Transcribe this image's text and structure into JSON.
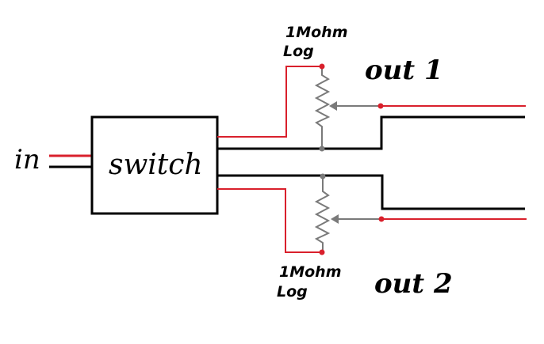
{
  "diagram": {
    "type": "schematic",
    "colors": {
      "signal": "#d9202c",
      "ground": "#000000",
      "pot": "#7a7a7a",
      "background": "#ffffff"
    },
    "input_label": "in",
    "switch_label": "switch",
    "pot_top": {
      "value_label": "1Mohm",
      "taper_label": "Log"
    },
    "pot_bottom": {
      "value_label": "1Mohm",
      "taper_label": "Log"
    },
    "output_1_label": "out 1",
    "output_2_label": "out 2"
  }
}
